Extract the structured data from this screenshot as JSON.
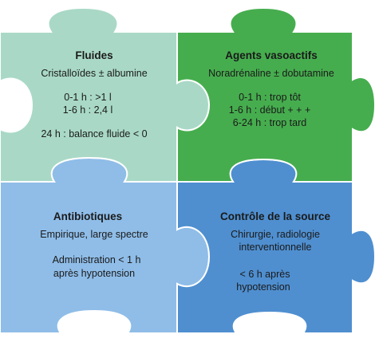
{
  "colors": {
    "fluides": "#a9d9c6",
    "vasoactifs": "#46ad4e",
    "antibiotiques": "#8fbde8",
    "source": "#4f8fd0"
  },
  "pieces": {
    "fluides": {
      "title": "Fluides",
      "line1": "Cristalloïdes ± albumine",
      "line2": "0-1 h : >1 l",
      "line3": "1-6 h : 2,4 l",
      "line4": "24 h : balance fluide < 0"
    },
    "vasoactifs": {
      "title": "Agents vasoactifs",
      "line1": "Noradrénaline ± dobutamine",
      "line2": "0-1 h : trop tôt",
      "line3": "1-6 h : début + + +",
      "line4": "6-24 h : trop tard"
    },
    "antibiotiques": {
      "title": "Antibiotiques",
      "line1": "Empirique, large spectre",
      "line2": "Administration < 1 h",
      "line3": "après hypotension"
    },
    "source": {
      "title": "Contrôle de la source",
      "line1": "Chirurgie, radiologie",
      "line2": "interventionnelle",
      "line3": "< 6 h après",
      "line4": "hypotension"
    }
  }
}
